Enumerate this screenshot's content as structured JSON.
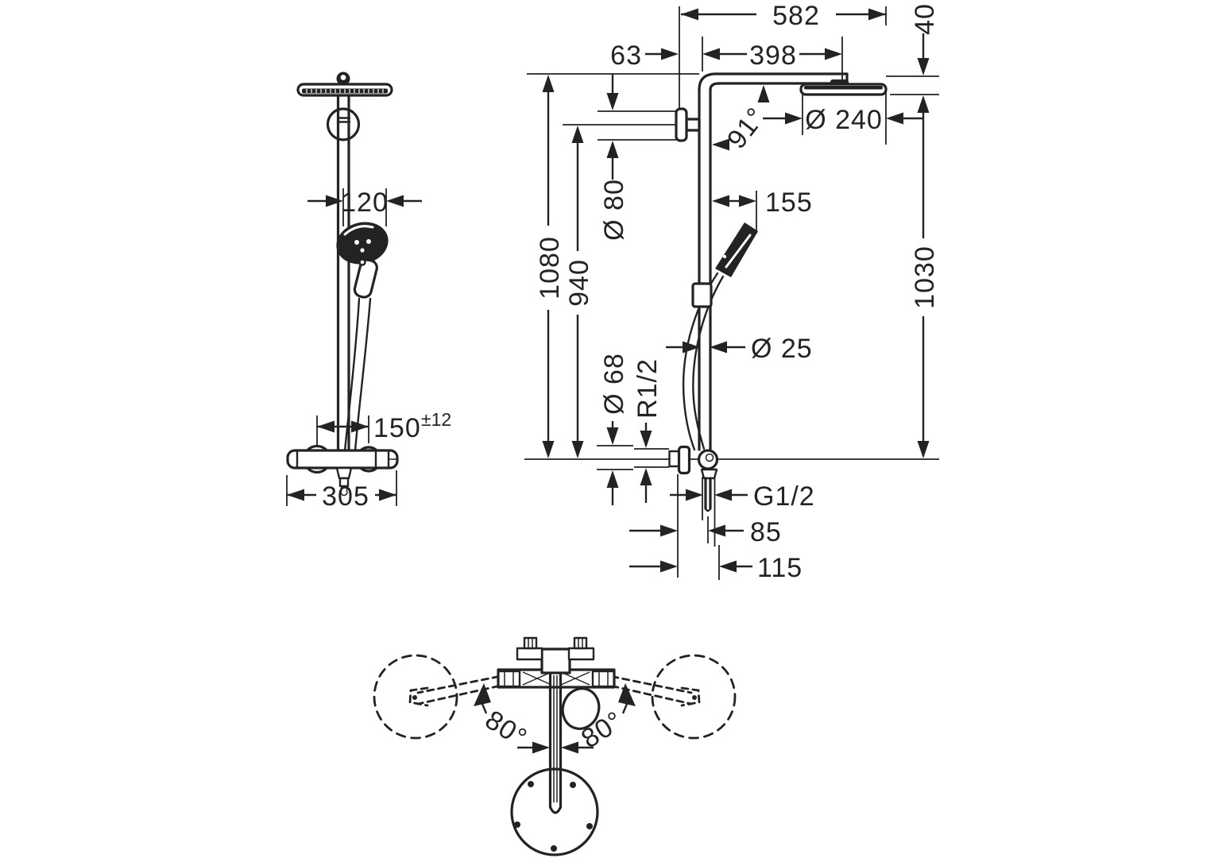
{
  "drawing": {
    "background": "#ffffff",
    "line_color": "#232323",
    "front_view": {
      "dim_120": "120",
      "dim_150": "150",
      "dim_150_tolerance": "±12",
      "dim_305": "305"
    },
    "side_view": {
      "dim_582": "582",
      "dim_63": "63",
      "dim_398": "398",
      "dim_40": "40",
      "dim_dia_240": "Ø 240",
      "dim_angle_91": "91°",
      "dim_dia_80": "Ø 80",
      "dim_155": "155",
      "dim_1080": "1080",
      "dim_940": "940",
      "dim_1030": "1030",
      "dim_dia_25": "Ø 25",
      "dim_dia_68": "Ø 68",
      "dim_r_half": "R1/2",
      "dim_g_half": "G1/2",
      "dim_85": "85",
      "dim_115": "115"
    },
    "top_view": {
      "dim_angle_left": "80°",
      "dim_angle_right": "80°"
    }
  }
}
